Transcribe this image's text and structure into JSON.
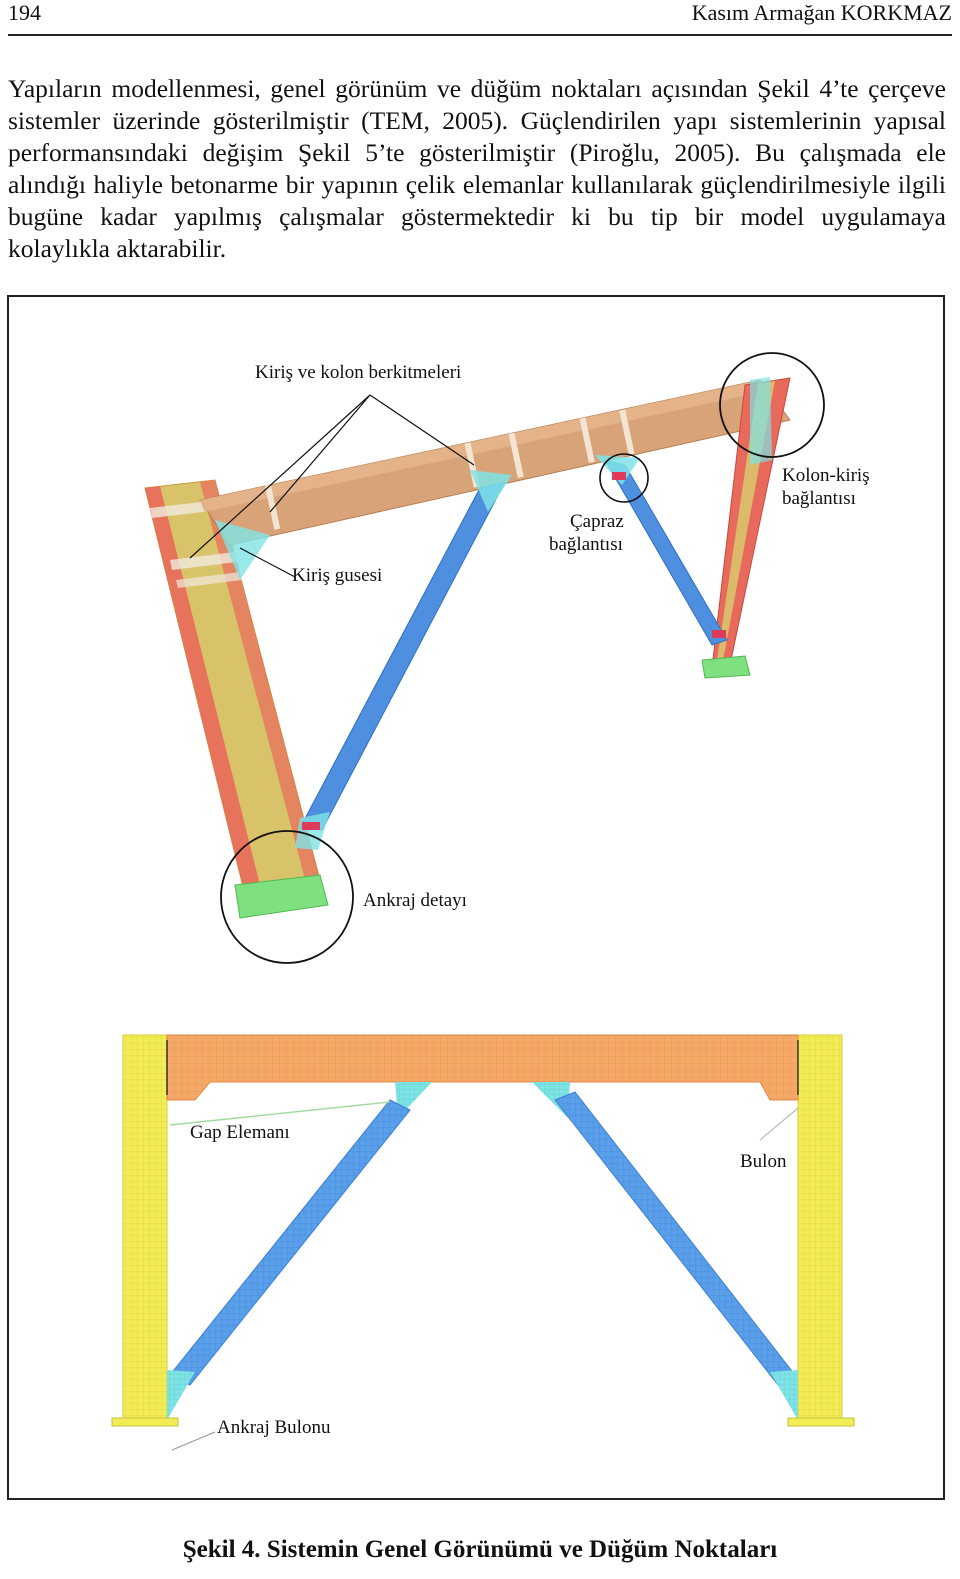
{
  "header": {
    "page_number": "194",
    "author": "Kasım Armağan KORKMAZ"
  },
  "paragraph": "Yapıların modellenmesi, genel görünüm ve düğüm noktaları açısından Şekil 4’te çerçeve sistemler üzerinde gösterilmiştir (TEM, 2005). Güçlendirilen yapı sistemlerinin yapısal performansındaki değişim Şekil 5’te gösterilmiştir (Piroğlu, 2005). Bu çalışmada ele alındığı haliyle betonarme bir yapının çelik elemanlar kullanılarak güçlendirilmesiyle ilgili bugüne kadar yapılmış çalışmalar göstermektedir ki bu tip bir model uygulamaya kolaylıkla aktarabilir.",
  "figure": {
    "top_labels": {
      "stiffeners": "Kiriş ve kolon berkitmeleri",
      "column_beam_line1": "Kolon-kiriş",
      "column_beam_line2": "bağlantısı",
      "brace_line1": "Çapraz",
      "brace_line2": "bağlantısı",
      "gusset": "Kiriş gusesi",
      "anchor_detail": "Ankraj detayı"
    },
    "bottom_labels": {
      "gap": "Gap Elemanı",
      "bolt": "Bulon",
      "anchor_bolt": "Ankraj Bulonu"
    },
    "colors": {
      "column_red": "#e86a5c",
      "column_yellow": "#d9c36a",
      "beam_tan": "#d9a37a",
      "brace_blue": "#4f8fe0",
      "gusset_cyan": "#7fe3e6",
      "base_green": "#7fe07f",
      "mesh_yellow": "#f2ec55",
      "mesh_orange": "#f5a968",
      "mesh_blue": "#5a9fea"
    }
  },
  "caption": "Şekil 4. Sistemin Genel Görünümü ve Düğüm Noktaları"
}
